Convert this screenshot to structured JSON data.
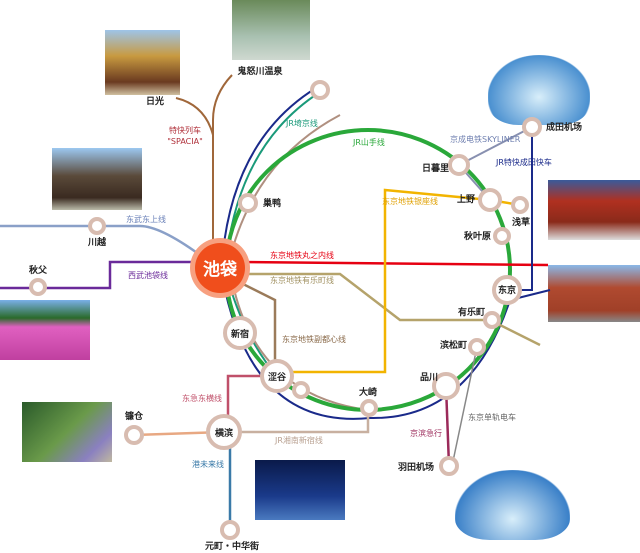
{
  "stations": {
    "ikebukuro": "池袋",
    "kinugawa": "鬼怒川温泉",
    "nikko": "日光",
    "sugamo": "巢鸭",
    "nippori": "日暮里",
    "narita": "成田机场",
    "ueno": "上野",
    "asakusa": "浅草",
    "akihabara": "秋叶原",
    "tokyo": "东京",
    "yurakucho": "有乐町",
    "hamamatsucho": "滨松町",
    "shinagawa": "品川",
    "osaki": "大崎",
    "shibuya": "涩谷",
    "shinjuku": "新宿",
    "yokohama": "横滨",
    "kamakura": "镰仓",
    "motomachi": "元町・中华街",
    "haneda": "羽田机场",
    "kawagoe": "川越",
    "chichibu": "秋父"
  },
  "lines": {
    "spacia_1": "特快列车",
    "spacia_2": "\"SPACIA\"",
    "saikyo": "JR埼京线",
    "yamanote": "JR山手线",
    "skyliner": "京成电铁SKYLINER",
    "narita_express": "JR特快成田快车",
    "ginza": "东京地铁银座线",
    "tojo": "东武东上线",
    "seibu": "西武池袋线",
    "marunouchi": "东京地铁丸之内线",
    "yurakucho": "东京地铁有乐町线",
    "fukutoshin": "东京地铁副都心线",
    "toyoko": "东急东横线",
    "shonan": "JR湘南新宿线",
    "minatomirai": "港未来线",
    "keikyu": "京滨急行",
    "monorail": "东京单轨电车"
  },
  "colors": {
    "yamanote": "#2aa83a",
    "hub": "#f04e1c",
    "marunouchi": "#e60012",
    "ginza": "#f2b400",
    "seibu": "#6a2a9a"
  }
}
